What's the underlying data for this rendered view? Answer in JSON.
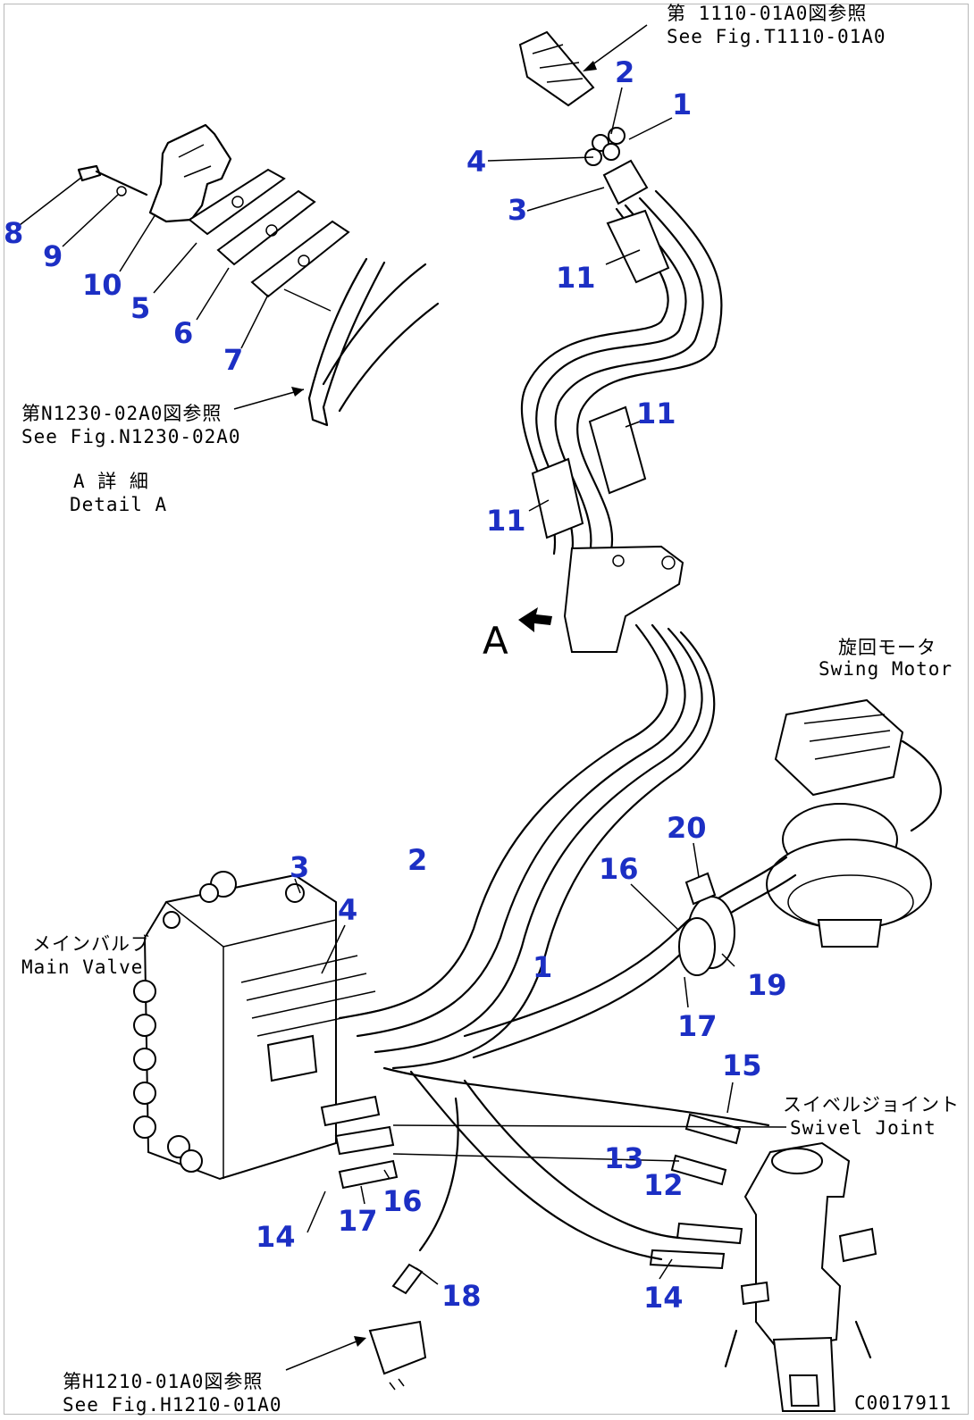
{
  "callouts": {
    "c1_top": "1",
    "c2_top": "2",
    "c3_top": "3",
    "c4_top": "4",
    "c5": "5",
    "c6": "6",
    "c7": "7",
    "c8": "8",
    "c9": "9",
    "c10": "10",
    "c11_a": "11",
    "c11_b": "11",
    "c11_c": "11",
    "c20": "20",
    "c16_r": "16",
    "c19": "19",
    "c17_r": "17",
    "c2_mid": "2",
    "c1_mid": "1",
    "c3_valve": "3",
    "c4_valve": "4",
    "c15": "15",
    "c13": "13",
    "c12": "12",
    "c14_l": "14",
    "c17_l": "17",
    "c16_l": "16",
    "c14_r": "14",
    "c18": "18"
  },
  "references": {
    "top_jp": "第 1110-01A0図参照",
    "top_en": "See Fig.T1110-01A0",
    "detail_ref_jp": "第N1230-02A0図参照",
    "detail_ref_en": "See Fig.N1230-02A0",
    "bottom_jp": "第H1210-01A0図参照",
    "bottom_en": "See Fig.H1210-01A0"
  },
  "labels": {
    "detail_jp": "A 詳 細",
    "detail_en": "Detail A",
    "view_letter": "A",
    "swing_motor_jp": "旋回モータ",
    "swing_motor_en": "Swing Motor",
    "main_valve_jp": "メインバルブ",
    "main_valve_en": "Main Valve",
    "swivel_joint_jp": "スイベルジョイント",
    "swivel_joint_en": "Swivel Joint",
    "drawing_code": "C0017911"
  }
}
